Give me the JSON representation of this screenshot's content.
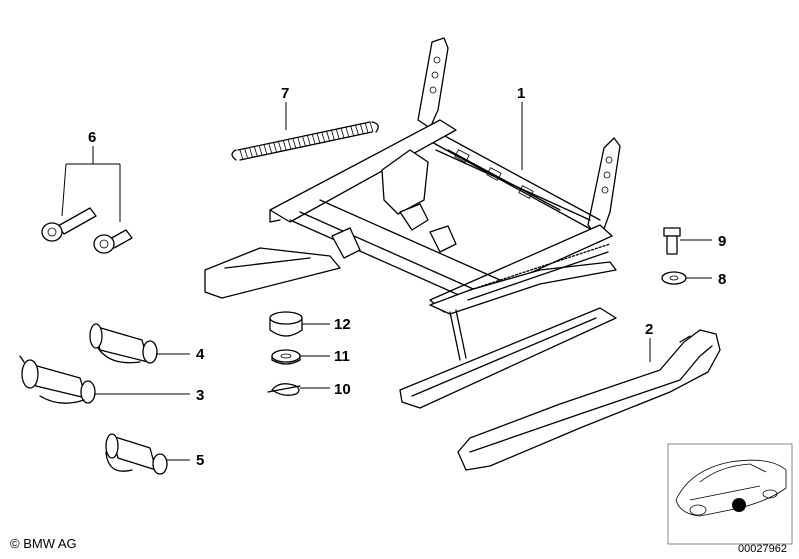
{
  "callouts": [
    "1",
    "2",
    "3",
    "4",
    "5",
    "6",
    "7",
    "8",
    "9",
    "10",
    "11",
    "12"
  ],
  "footer": {
    "copyright": "© BMW AG",
    "reference_number": "00027962"
  }
}
